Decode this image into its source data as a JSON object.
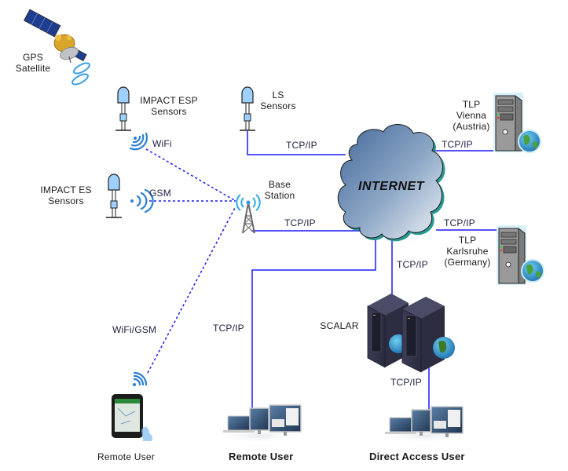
{
  "diagram": {
    "cloud_label": "INTERNET",
    "link_protocol": "TCP/IP",
    "nodes": {
      "gps": {
        "label_line1": "GPS",
        "label_line2": "Satellite",
        "icon": "satellite-icon"
      },
      "impact_esp": {
        "label_line1": "IMPACT ESP",
        "label_line2": "Sensors",
        "icon": "sensor-icon"
      },
      "ls": {
        "label_line1": "LS",
        "label_line2": "Sensors",
        "icon": "sensor-icon"
      },
      "impact_es": {
        "label_line1": "IMPACT ES",
        "label_line2": "Sensors",
        "icon": "sensor-icon"
      },
      "base_station": {
        "label_line1": "Base",
        "label_line2": "Station",
        "icon": "antenna-tower-icon"
      },
      "tlp_vienna": {
        "label_line1": "TLP",
        "label_line2": "Vienna",
        "label_line3": "(Austria)",
        "icon": "server-tower-icon"
      },
      "tlp_karlsruhe": {
        "label_line1": "TLP",
        "label_line2": "Karlsruhe",
        "label_line3": "(Germany)",
        "icon": "server-tower-icon"
      },
      "scalar": {
        "label": "SCALAR",
        "icon": "server-rack-icon"
      },
      "remote_user_mobile": {
        "label": "Remote User",
        "icon": "smartphone-icon"
      },
      "remote_user_desktop": {
        "label": "Remote User",
        "icon": "workstation-icon"
      },
      "direct_access_user": {
        "label": "Direct Access User",
        "icon": "workstation-icon"
      }
    },
    "wireless_labels": {
      "wifi": "WiFi",
      "gsm": "GSM",
      "wifi_gsm": "WiFi/GSM"
    },
    "colors": {
      "wired_link": "#1a1aff",
      "wireless_link": "#1a1ae6",
      "wifi_signal": "#2a7fd4",
      "cloud_dark": "#4a6fa0",
      "cloud_light": "#e6edf5",
      "cloud_shadow": "#2a9a94"
    }
  }
}
